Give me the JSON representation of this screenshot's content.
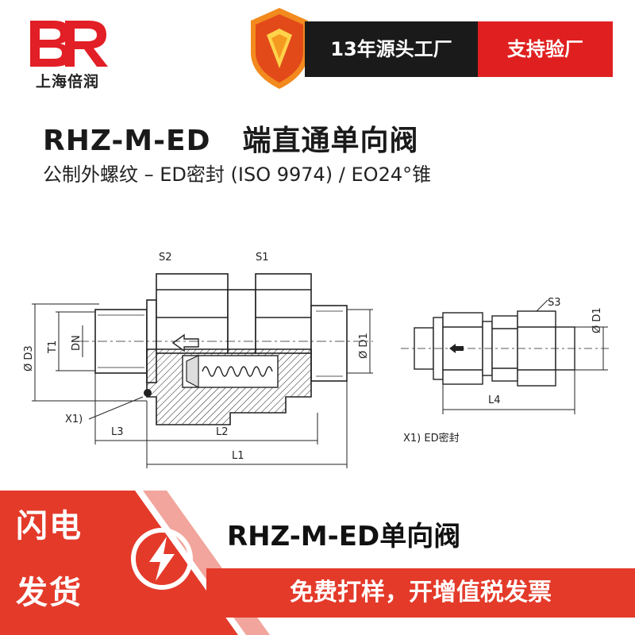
{
  "brand": {
    "name": "上海倍润",
    "logo_letters": "BR"
  },
  "header_badges": {
    "factory": "13年源头工厂",
    "inspection": "支持验厂"
  },
  "product": {
    "model": "RHZ-M-ED",
    "name": "端直通单向阀",
    "spec_line": "公制外螺纹 – ED密封 (ISO 9974) / EO24°锥"
  },
  "drawing_labels": {
    "s2": "S2",
    "s1": "S1",
    "s3": "S3",
    "d3": "Ø D3",
    "t1": "T1",
    "dn": "DN",
    "d1": "Ø D1",
    "d1_small": "Ø D1",
    "x1": "X1)",
    "l1": "L1",
    "l2": "L2",
    "l3": "L3",
    "l4": "L4",
    "note": "X1) ED密封"
  },
  "footer": {
    "promo_line1": "闪电",
    "promo_line2": "发货",
    "product_title": "RHZ-M-ED单向阀",
    "services": "免费打样，开增值税发票"
  },
  "colors": {
    "accent_red": "#e43a2a",
    "dark": "#1a1a1a",
    "shield_orange": "#f28a1e"
  }
}
